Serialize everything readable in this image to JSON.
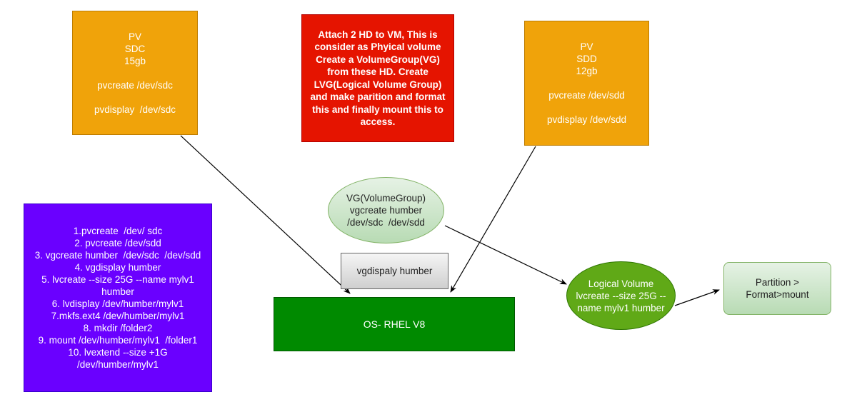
{
  "pv_sdc": {
    "lines": [
      "PV",
      "SDC",
      "15gb",
      "",
      "pvcreate /dev/sdc",
      "",
      "pvdisplay  /dev/sdc"
    ]
  },
  "note_red": {
    "lines": [
      "Attach 2 HD to VM, This is",
      "consider as Phyical volume",
      "Create a VolumeGroup(VG)",
      "from these HD. Create",
      "LVG(Logical Volume Group)",
      "and make parition and format",
      "this and finally mount this to",
      "access."
    ]
  },
  "pv_sdd": {
    "lines": [
      "PV",
      "SDD",
      "12gb",
      "",
      "pvcreate /dev/sdd",
      "",
      "pvdisplay /dev/sdd"
    ]
  },
  "commands_note": {
    "lines": [
      "1.pvcreate  /dev/ sdc",
      "2. pvcreate /dev/sdd",
      "3. vgcreate humber  /dev/sdc  /dev/sdd",
      "4. vgdisplay humber",
      "5. lvcreate --size 25G --name mylv1",
      "humber",
      "6. lvdisplay /dev/humber/mylv1",
      "7.mkfs.ext4 /dev/humber/mylv1",
      "8. mkdir /folder2",
      "9. mount /dev/humber/mylv1  /folder1",
      "10. lvextend --size +1G",
      "/dev/humber/mylv1"
    ]
  },
  "vg": {
    "lines": [
      "VG(VolumeGroup)",
      "vgcreate humber",
      "/dev/sdc  /dev/sdd"
    ]
  },
  "vgdisplay": {
    "label": "vgdispaly humber"
  },
  "os": {
    "label": "OS- RHEL V8"
  },
  "lv": {
    "lines": [
      "Logical Volume",
      "lvcreate --size 25G --",
      "name mylv1 humber"
    ]
  },
  "partition": {
    "lines": [
      "Partition >",
      "Format>mount"
    ]
  },
  "colors": {
    "pv": "#f0a30a",
    "note_red": "#e51400",
    "note_purple": "#6a00ff",
    "vg": "#d5e8d4",
    "lv": "#60a917",
    "os": "#008a00",
    "gray": "#f5f5f5",
    "partition": "#d5e8d4"
  }
}
